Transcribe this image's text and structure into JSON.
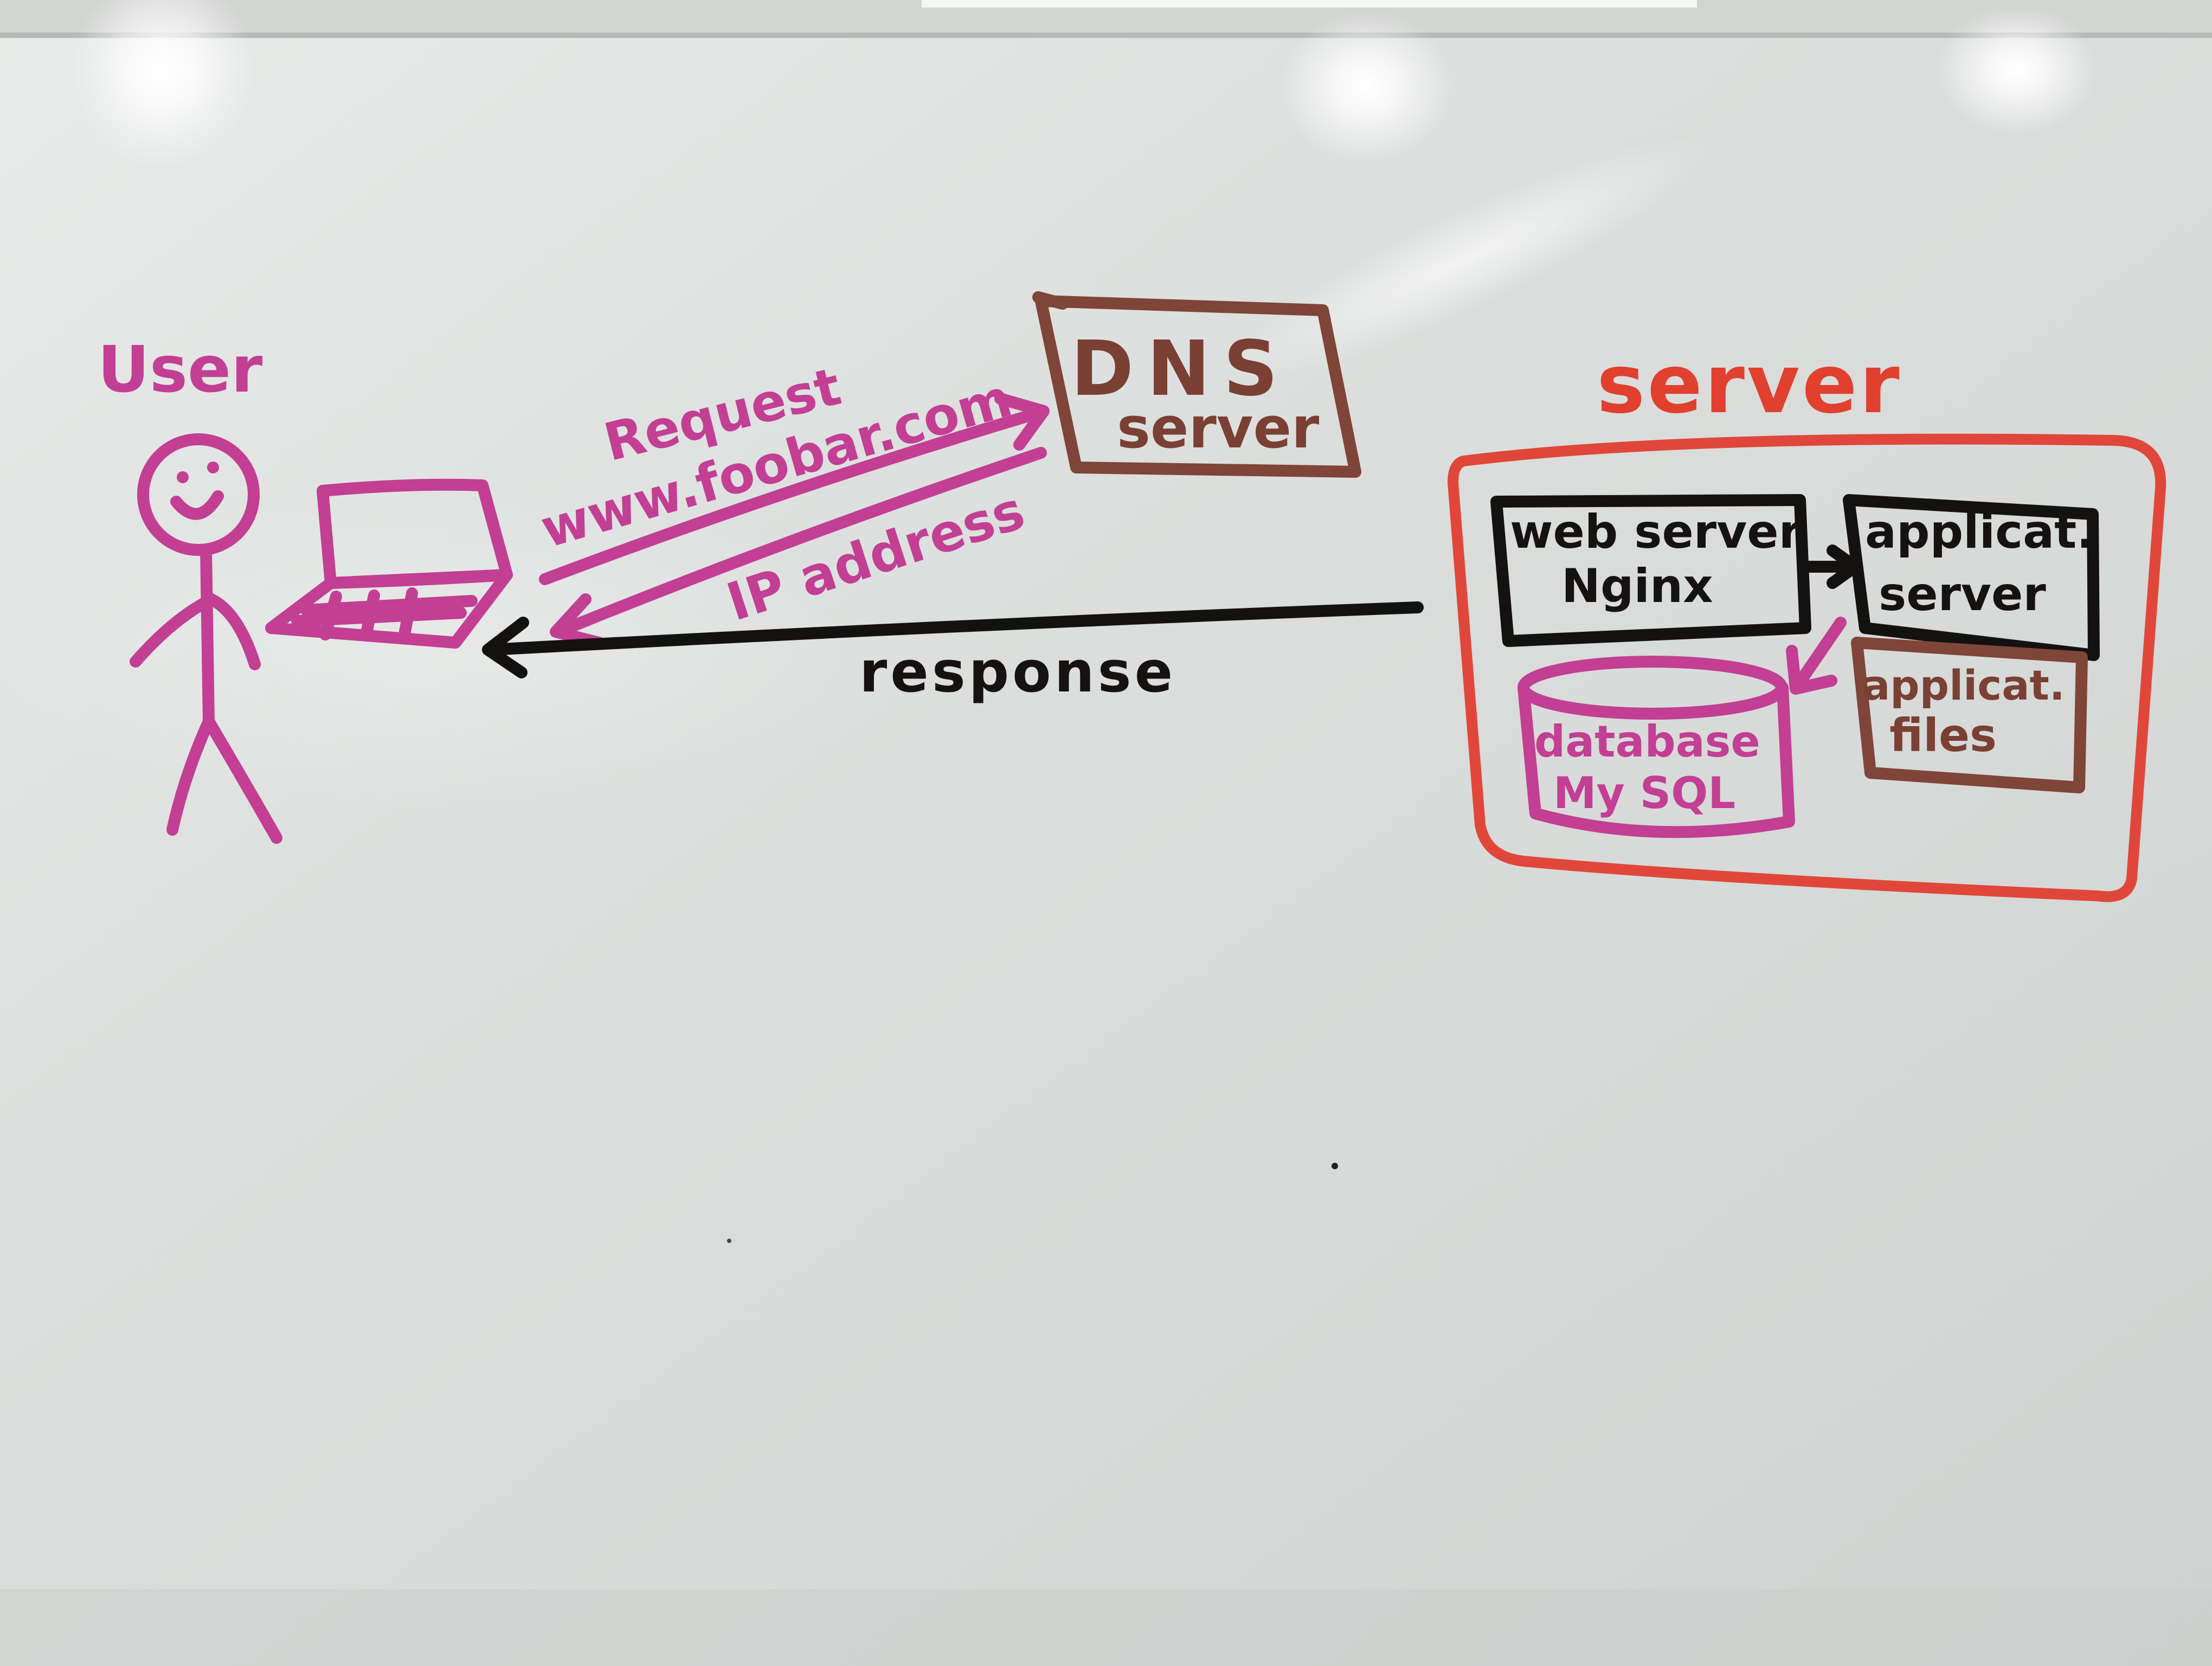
{
  "labels": {
    "user": "User",
    "request": "Request",
    "url": "www.foobar.com",
    "ip_address": "IP address",
    "response": "response",
    "dns_line1": "DNS",
    "dns_line2": "server",
    "server": "server",
    "web_server_line1": "web server",
    "web_server_line2": "Nginx",
    "app_server_line1": "applicat.",
    "app_server_line2": "server",
    "database_line1": "database",
    "database_line2": "My SQL",
    "app_files_line1": "applicat.",
    "app_files_line2": "files"
  },
  "colors": {
    "board": "#dcdfdd",
    "pink": "#c23f94",
    "brown": "#7e4538",
    "black": "#141111",
    "red": "#e0473a"
  }
}
